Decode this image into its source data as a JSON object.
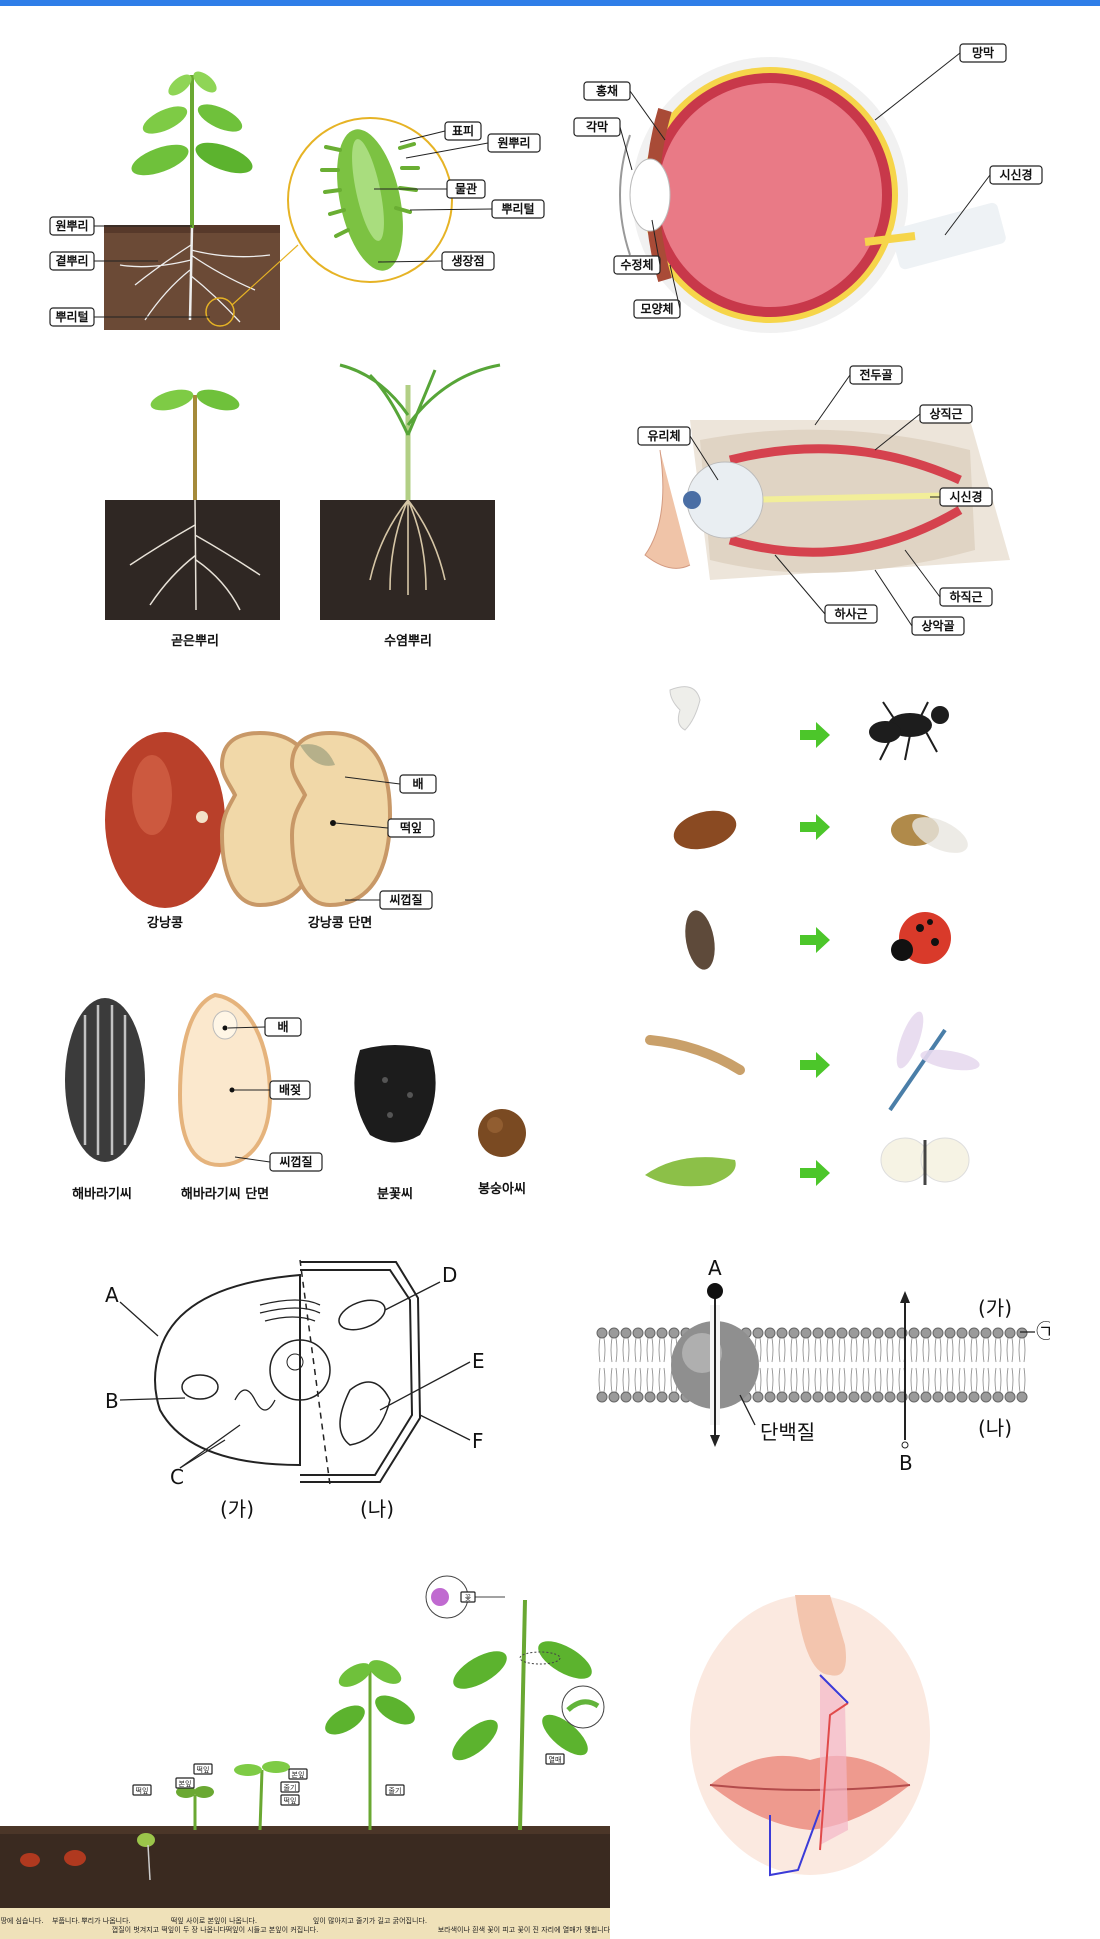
{
  "root_panel": {
    "labels": [
      "원뿌리",
      "곁뿌리",
      "뿌리털"
    ],
    "zoom_labels": [
      "표피",
      "원뿌리",
      "물관",
      "뿌리털",
      "생장점"
    ]
  },
  "eye_panel": {
    "labels": [
      "망막",
      "홍채",
      "각막",
      "시신경",
      "수정체",
      "모양체"
    ]
  },
  "root_types": {
    "captions": [
      "곧은뿌리",
      "수염뿌리"
    ]
  },
  "eye_muscle": {
    "labels": [
      "전두골",
      "상직근",
      "유리체",
      "시신경",
      "하직근",
      "하사근",
      "상악골"
    ]
  },
  "bean": {
    "labels": [
      "배",
      "떡잎",
      "씨껍질"
    ],
    "captions": [
      "강낭콩",
      "강낭콩 단면"
    ]
  },
  "seeds": {
    "labels": [
      "배",
      "배젖",
      "씨껍질"
    ],
    "captions": [
      "해바라기씨",
      "해바라기씨 단면",
      "분꽃씨",
      "봉숭아씨"
    ]
  },
  "cell": {
    "letters": [
      "A",
      "B",
      "C",
      "D",
      "E",
      "F"
    ],
    "parts": [
      "(가)",
      "(나)"
    ]
  },
  "membrane": {
    "labels": [
      "A",
      "B",
      "(가)",
      "(나)",
      "㉠",
      "단백질"
    ]
  },
  "growth": {
    "stage_labels": [
      "떡잎",
      "본잎",
      "떡잎",
      "본잎",
      "줄기",
      "떡잎",
      "줄기",
      "꽃",
      "열매"
    ],
    "captions": [
      "땅에 심습니다.",
      "부풉니다.",
      "뿌리가 나옵니다.",
      "껍질이 벗겨지고 떡잎이 두 장 나옵니다.",
      "떡잎 사이로 본잎이 나옵니다.",
      "떡잎이 시들고 본잎이 커집니다.",
      "잎이 많아지고 줄기가 길고 굵어집니다.",
      "보라색이나 흰색 꽃이 피고 꽃이 진 자리에 열매가 맺힙니다."
    ]
  }
}
